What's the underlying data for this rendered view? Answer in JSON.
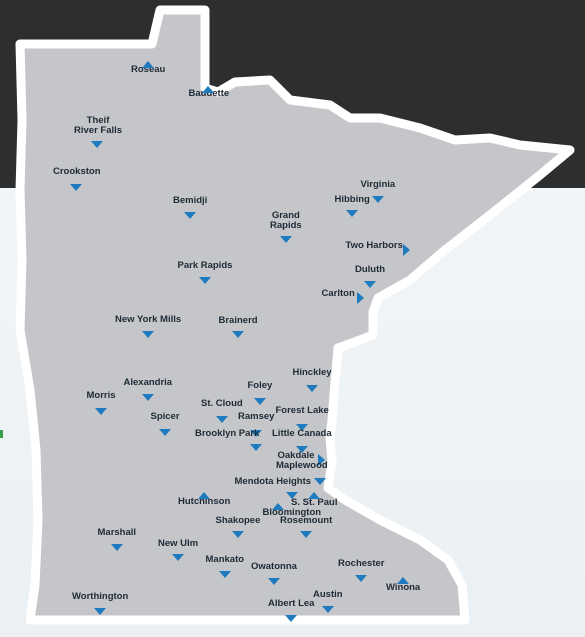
{
  "map": {
    "colors": {
      "state_fill": "#c4c6c9",
      "state_stroke": "#ffffff",
      "marker": "#1f7bbf",
      "label": "#1e2a35"
    },
    "locations": [
      {
        "name": "Roseau",
        "marker": "up"
      },
      {
        "name": "Baudette",
        "marker": "up"
      },
      {
        "name": "Theif\nRiver Falls",
        "marker": "down"
      },
      {
        "name": "Crookston",
        "marker": "down"
      },
      {
        "name": "Bemidji",
        "marker": "down"
      },
      {
        "name": "Virginia",
        "marker": "down"
      },
      {
        "name": "Hibbing",
        "marker": "down"
      },
      {
        "name": "Grand\nRapids",
        "marker": "down"
      },
      {
        "name": "Two Harbors",
        "marker": "right"
      },
      {
        "name": "Park Rapids",
        "marker": "down"
      },
      {
        "name": "Duluth",
        "marker": "down"
      },
      {
        "name": "Carlton",
        "marker": "right"
      },
      {
        "name": "New York Mills",
        "marker": "down"
      },
      {
        "name": "Brainerd",
        "marker": "down"
      },
      {
        "name": "Hinckley",
        "marker": "down"
      },
      {
        "name": "Alexandria",
        "marker": "down"
      },
      {
        "name": "Foley",
        "marker": "down"
      },
      {
        "name": "Morris",
        "marker": "down"
      },
      {
        "name": "St. Cloud",
        "marker": "down"
      },
      {
        "name": "Forest Lake",
        "marker": "down"
      },
      {
        "name": "Spicer",
        "marker": "down"
      },
      {
        "name": "Ramsey",
        "marker": "down"
      },
      {
        "name": "Brooklyn Park",
        "marker": "down"
      },
      {
        "name": "Little Canada",
        "marker": "down"
      },
      {
        "name": "Oakdale",
        "marker": "right"
      },
      {
        "name": "Maplewood",
        "marker": "down"
      },
      {
        "name": "Mendota Heights",
        "marker": "down"
      },
      {
        "name": "Hutchinson",
        "marker": "up"
      },
      {
        "name": "S. St. Paul",
        "marker": "up"
      },
      {
        "name": "Bloomington",
        "marker": "up"
      },
      {
        "name": "Shakopee",
        "marker": "down"
      },
      {
        "name": "Rosemount",
        "marker": "down"
      },
      {
        "name": "Marshall",
        "marker": "down"
      },
      {
        "name": "New Ulm",
        "marker": "down"
      },
      {
        "name": "Mankato",
        "marker": "down"
      },
      {
        "name": "Owatonna",
        "marker": "down"
      },
      {
        "name": "Rochester",
        "marker": "down"
      },
      {
        "name": "Winona",
        "marker": "up"
      },
      {
        "name": "Worthington",
        "marker": "down"
      },
      {
        "name": "Austin",
        "marker": "down"
      },
      {
        "name": "Albert Lea",
        "marker": "down"
      }
    ]
  }
}
